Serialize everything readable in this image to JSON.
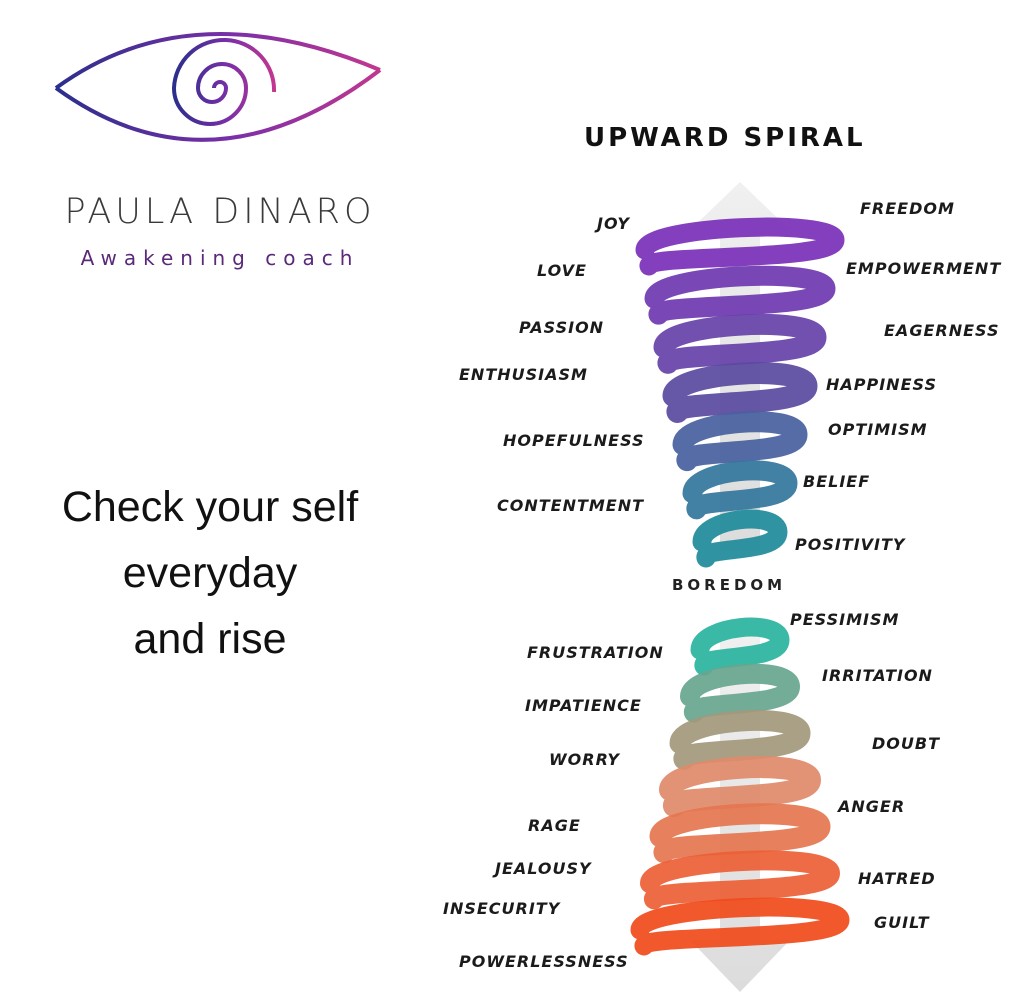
{
  "brand": {
    "name": "PAULA DINARO",
    "subtitle": "Awakening coach",
    "logo_icon": "eye-spiral-logo",
    "colors": {
      "purple": "#7b2fa8",
      "navy": "#2b2f8c",
      "magenta": "#c2378f"
    }
  },
  "tagline": {
    "lines": [
      "Check your self",
      "everyday",
      "and rise"
    ]
  },
  "spiral": {
    "title": "UPWARD SPIRAL",
    "middle_label": "BOREDOM",
    "upper_left": [
      "JOY",
      "LOVE",
      "PASSION",
      "ENTHUSIASM",
      "HOPEFULNESS",
      "CONTENTMENT"
    ],
    "upper_right": [
      "FREEDOM",
      "EMPOWERMENT",
      "EAGERNESS",
      "HAPPINESS",
      "OPTIMISM",
      "BELIEF",
      "POSITIVITY"
    ],
    "lower_left": [
      "FRUSTRATION",
      "IMPATIENCE",
      "WORRY",
      "RAGE",
      "JEALOUSY",
      "INSECURITY",
      "POWERLESSNESS"
    ],
    "lower_right": [
      "PESSIMISM",
      "IRRITATION",
      "DOUBT",
      "ANGER",
      "HATRED",
      "GUILT"
    ],
    "colors": {
      "top": "#7a2fb8",
      "upper_mid": "#5a4aa0",
      "upper_bottom": "#1e8a9a",
      "lower_top": "#2ab3a0",
      "lower_mid": "#e08a6a",
      "bottom": "#f04a1a"
    }
  }
}
